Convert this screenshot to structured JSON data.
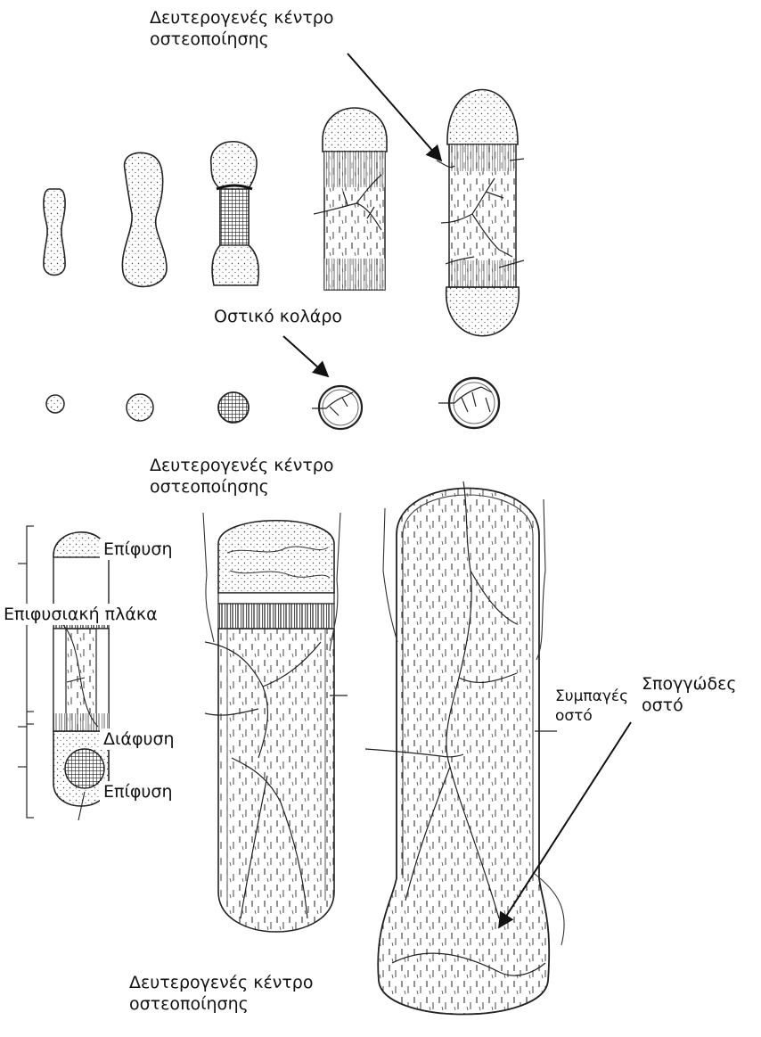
{
  "labels": {
    "secondary_top_1": "Δευτερογενές κέντρο",
    "secondary_top_2": "οστεοποίησης",
    "bone_collar": "Οστικό κολάρο",
    "secondary_mid_1": "Δευτερογενές κέντρο",
    "secondary_mid_2": "οστεοποίησης",
    "epiphysis_top": "Επίφυση",
    "epiphyseal_plate": "Επιφυσιακή πλάκα",
    "diaphysis": "Διάφυση",
    "epiphysis_bottom": "Επίφυση",
    "compact_bone_1": "Συμπαγές",
    "compact_bone_2": "οστό",
    "spongy_bone_1": "Σπογγώδες",
    "spongy_bone_2": "οστό",
    "secondary_bottom_1": "Δευτερογενές κέντρο",
    "secondary_bottom_2": "οστεοποίησης"
  },
  "colors": {
    "ink": "#1a1a1a",
    "paper": "#ffffff",
    "speckle": "#555555"
  }
}
